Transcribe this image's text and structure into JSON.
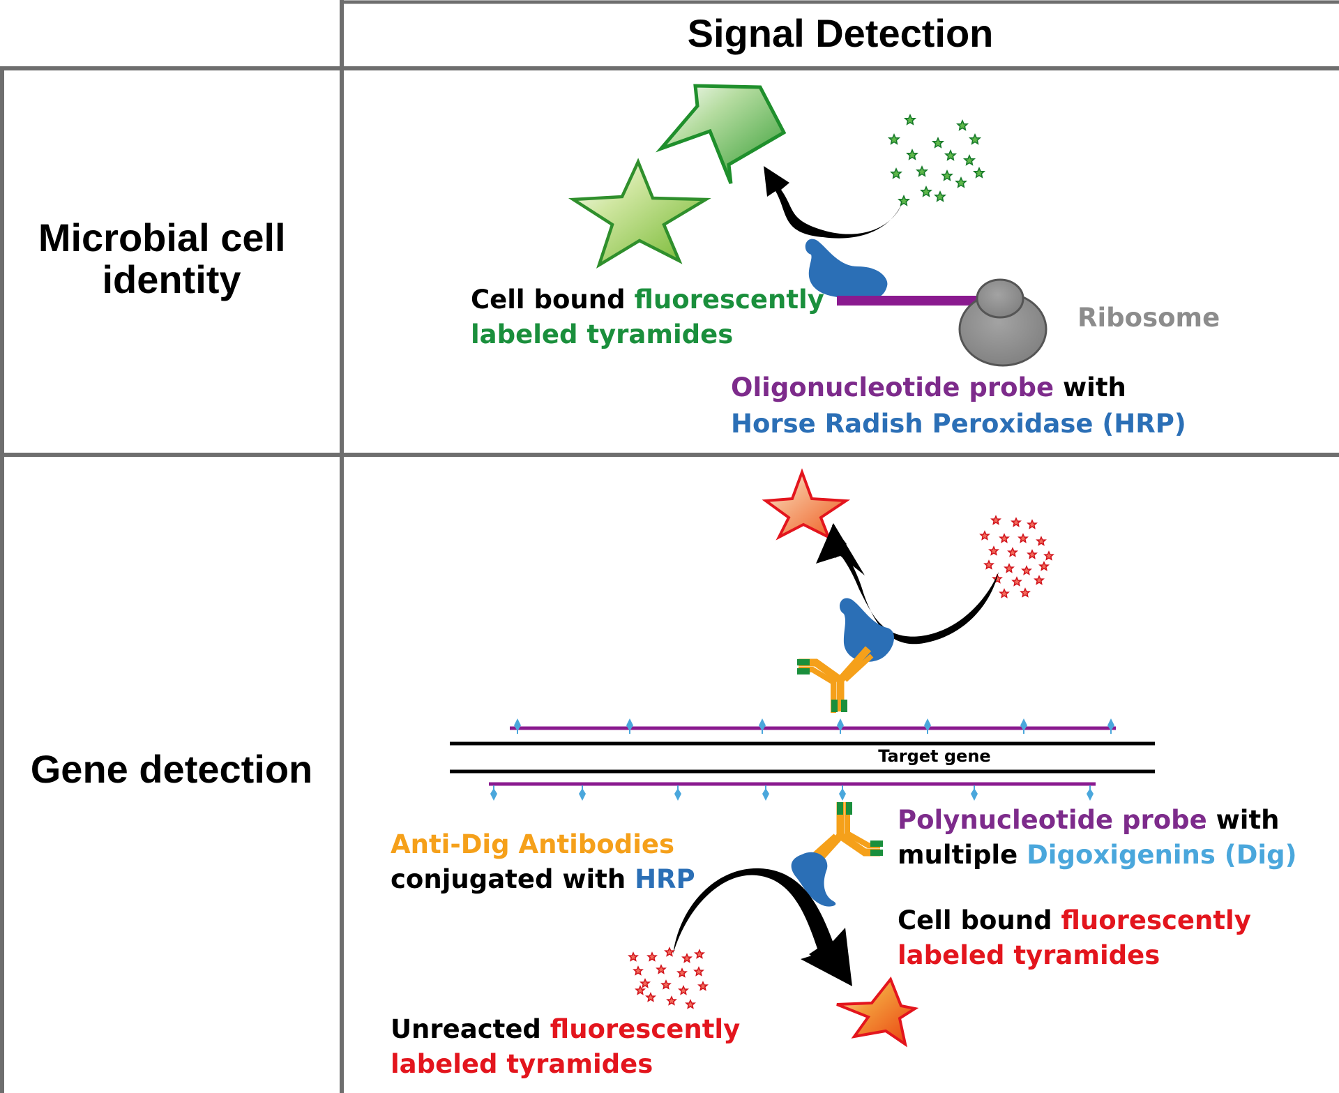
{
  "header": {
    "title": "Signal Detection"
  },
  "rows": {
    "row1": {
      "label_line1": "Microbial cell",
      "label_line2": "identity"
    },
    "row2": {
      "label": "Gene detection"
    }
  },
  "panel1": {
    "cell_bound": {
      "line1_black": "Cell bound ",
      "line1_color": "fluorescently",
      "line2": "labeled tyramides"
    },
    "ribosome": "Ribosome",
    "probe": {
      "line1_purple": "Oligonucleotide probe",
      "line1_black": " with",
      "line2": "Horse Radish Peroxidase (HRP)"
    }
  },
  "panel2": {
    "target_gene": "Target gene",
    "polyprobe": {
      "line1_purple": "Polynucleotide probe",
      "line1_black": " with",
      "line2_black": "multiple ",
      "line2_blue": "Digoxigenins (Dig)"
    },
    "antidig": {
      "line1": "Anti-Dig Antibodies",
      "line2_black": "conjugated with ",
      "line2_blue": "HRP"
    },
    "cell_bound": {
      "line1_black": "Cell bound ",
      "line1_color": "fluorescently",
      "line2": "labeled tyramides"
    },
    "unreacted": {
      "line1_black": "Unreacted ",
      "line1_color": "fluorescently",
      "line2": "labeled tyramides"
    }
  },
  "colors": {
    "green": "#1a8f3c",
    "red": "#e3151d",
    "purple": "#7d2b8b",
    "hrp_blue": "#2b6fb6",
    "dig_blue": "#4aa7dc",
    "orange": "#f5a01a",
    "gray": "#8c8c8c",
    "grid": "#6e6e6e"
  }
}
